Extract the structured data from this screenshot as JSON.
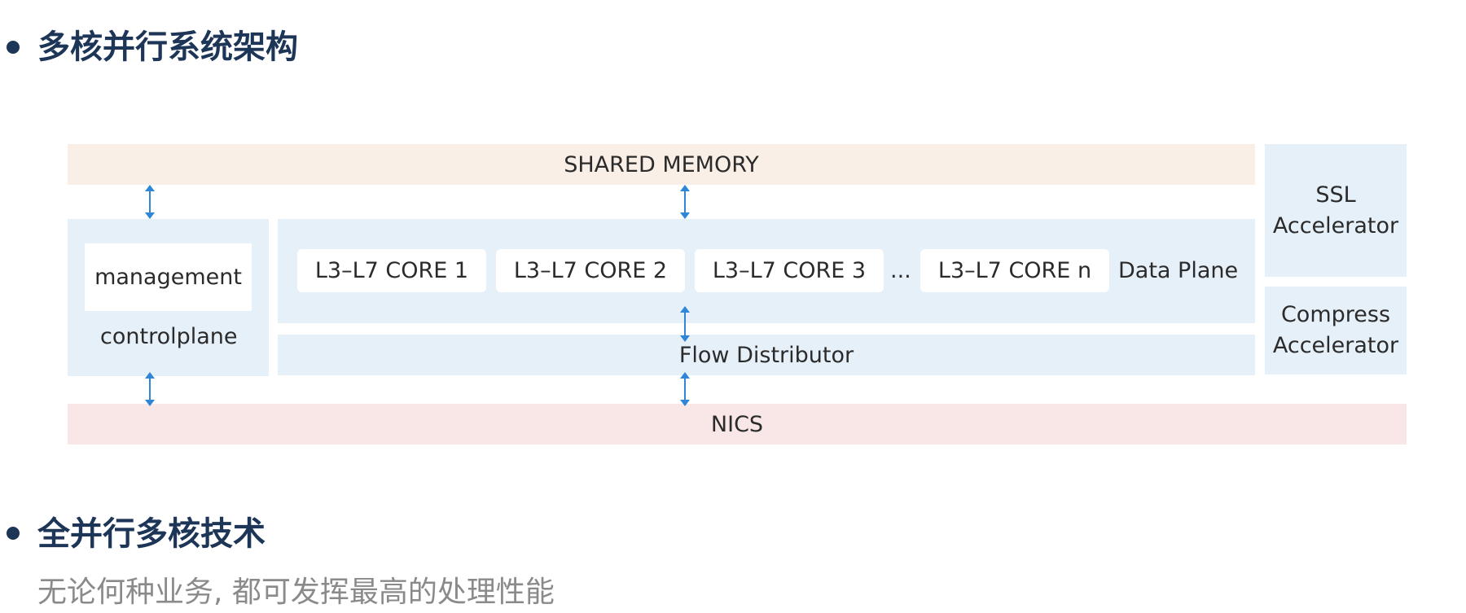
{
  "section1": {
    "title": "多核并行系统架构"
  },
  "diagram": {
    "shared_memory": "SHARED MEMORY",
    "management": "management",
    "controlplane": "controlplane",
    "cores": [
      "L3–L7 CORE 1",
      "L3–L7 CORE 2",
      "L3–L7 CORE 3",
      "L3–L7 CORE n"
    ],
    "ellipsis": "...",
    "data_plane": "Data Plane",
    "flow_distributor": "Flow Distributor",
    "nics": "NICS",
    "ssl_accelerator": {
      "line1": "SSL",
      "line2": "Accelerator"
    },
    "compress_accelerator": {
      "line1": "Compress",
      "line2": "Accelerator"
    },
    "arrow_color": "#2f86d6"
  },
  "section2": {
    "title": "全并行多核技术",
    "subtitle": "无论何种业务, 都可发挥最高的处理性能"
  }
}
